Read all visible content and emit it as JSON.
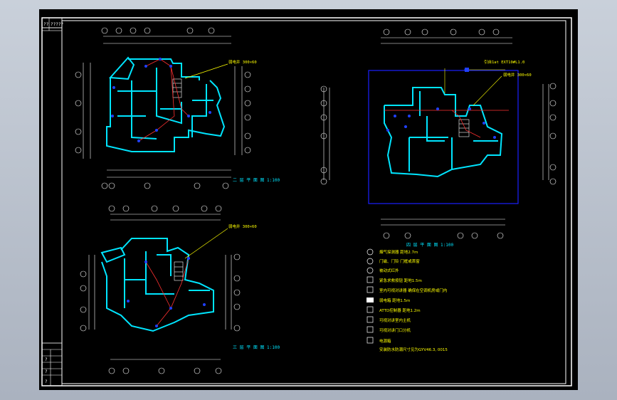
{
  "sheet_codes": [
    "??",
    "?????"
  ],
  "title_block_rows": [
    "?",
    "?",
    "?"
  ],
  "plans": {
    "second_floor": {
      "title": "二 层 平 面 图  1:100",
      "annotation": "弱电井  300×60"
    },
    "third_floor": {
      "title": "三 层 平 面 图  1:100",
      "annotation": "弱电井  300×60"
    },
    "fourth_floor": {
      "title": "四 层 平 面 图  1:100",
      "annotation": "弱电井  300×60",
      "top_note": "引自1at  EXT10#L1.0"
    }
  },
  "legend": [
    {
      "icon": "circled-symbol",
      "text": "烟气探测器  距地2.7m"
    },
    {
      "icon": "circled-symbol",
      "text": "门磁、门铃  门框或首窗"
    },
    {
      "icon": "circled-symbol",
      "text": "被动式红外"
    },
    {
      "icon": "square-symbol",
      "text": "紧急求救按钮  距地1.5m"
    },
    {
      "icon": "rect-symbol",
      "text": "室内可视对讲器  确保在空调机房或门内"
    },
    {
      "icon": "filled-square-symbol",
      "text": "弱电箱  距地1.5m"
    },
    {
      "icon": "triangle-box-symbol",
      "text": "ATTD控制器  距地1.2m"
    },
    {
      "icon": "rect-symbol",
      "text": "可视对讲室内主机"
    },
    {
      "icon": "rect-symbol",
      "text": "可视对讲门口分机"
    },
    {
      "icon": "x-box-symbol",
      "text": "电源箱"
    },
    {
      "icon": "",
      "text": "安装防水防潮尺寸见为GYV46.3, 0015"
    }
  ],
  "colors": {
    "background": "#000000",
    "walls": "#00e5ff",
    "dimensions": "#ffffff",
    "annotation": "#ffff00",
    "wiring": "#ff3030",
    "devices": "#2040ff",
    "highlight_box": "#1a20ff"
  }
}
